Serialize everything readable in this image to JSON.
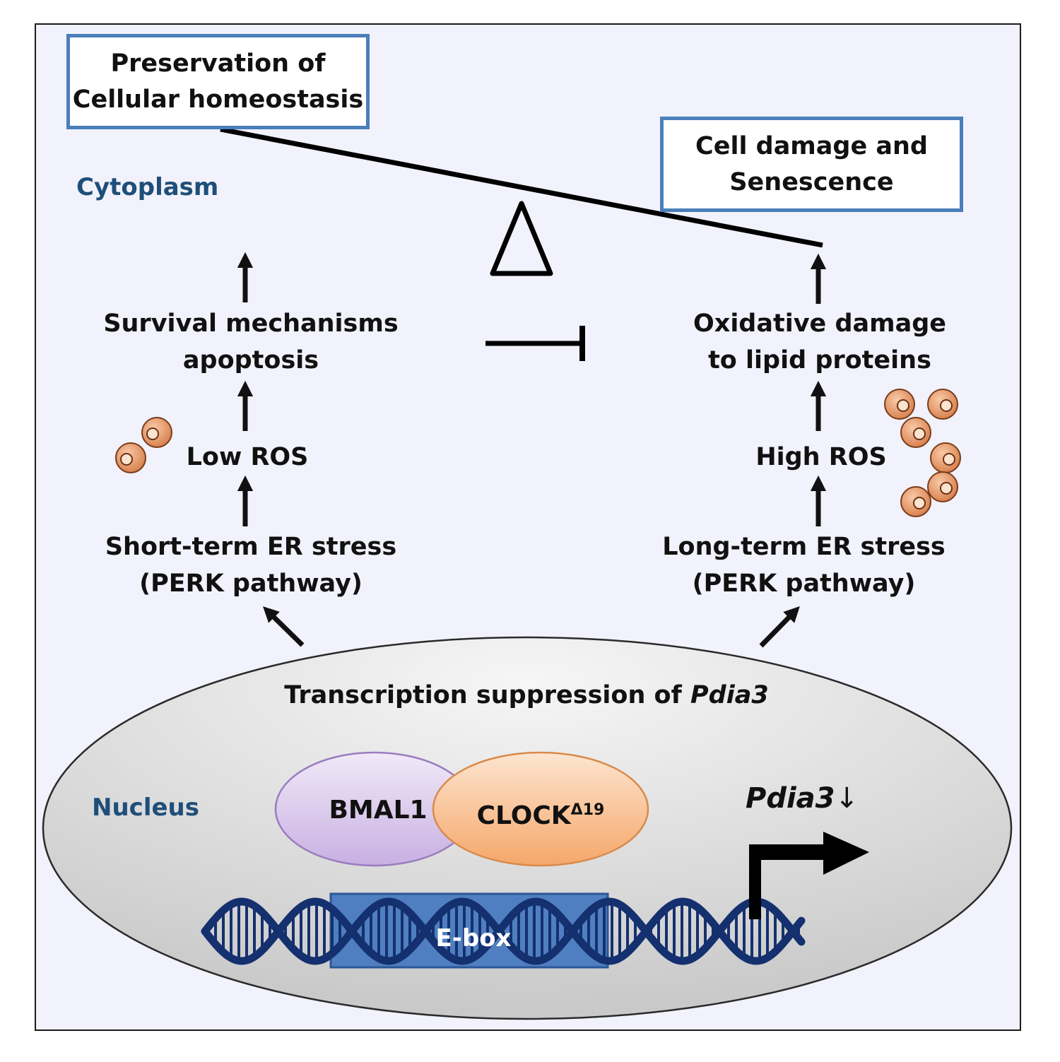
{
  "boxes": {
    "homeostasis": [
      "Preservation of",
      "Cellular homeostasis"
    ],
    "damage": [
      "Cell damage and",
      "Senescence"
    ]
  },
  "regions": {
    "cytoplasm": "Cytoplasm",
    "nucleus": "Nucleus"
  },
  "left_path": {
    "survival": [
      "Survival mechanisms",
      "apoptosis"
    ],
    "ros": "Low ROS",
    "stress": [
      "Short-term ER stress",
      "(PERK  pathway)"
    ]
  },
  "right_path": {
    "oxidative": [
      "Oxidative damage",
      "to lipid proteins"
    ],
    "ros": "High ROS",
    "stress": [
      "Long-term ER stress",
      "(PERK  pathway)"
    ]
  },
  "nucleus": {
    "title_prefix": "Transcription suppression of ",
    "title_gene": "Pdia3",
    "bmal1": "BMAL1",
    "clock": "CLOCK",
    "clock_sup": "Δ19",
    "ebox": "E-box",
    "gene": "Pdia3",
    "gene_arrow": "↓"
  },
  "colors": {
    "box_border": "#4a7ebb",
    "region_text": "#1f4e79",
    "bmal1_fill": "#d9c6ec",
    "clock_fill": "#f8bf8e",
    "dna": "#14306f",
    "ebox_fill": "#4f7fc0",
    "ros_particle": "#e8986a"
  }
}
